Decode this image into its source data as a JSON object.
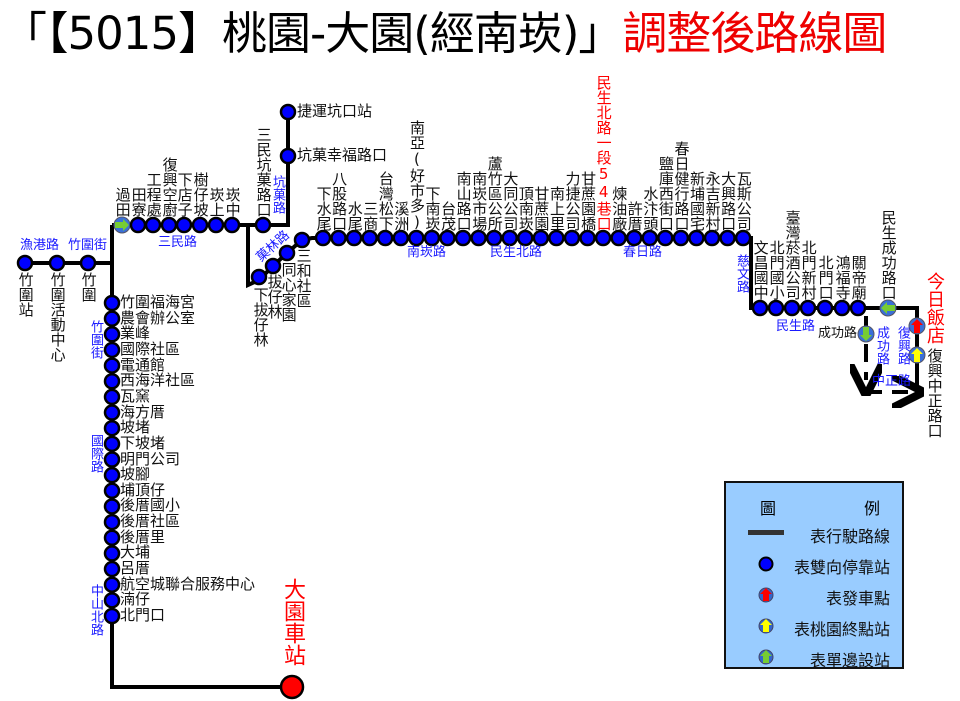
{
  "title": {
    "prefix": "「【5015】桃園-大園(經南崁)」",
    "suffix": "調整後路線圖"
  },
  "colors": {
    "stop": "#0000ff",
    "departure": "#ff0000",
    "terminal": "#ffff00",
    "single_side": "#77cc33",
    "legend_bg": "#99ccff",
    "red_text": "#ff0000"
  },
  "left_branch": [
    "竹圍站",
    "竹圍活動中心",
    "竹圍"
  ],
  "main_vertical": [
    "竹圍福海宮",
    "農會辦公室",
    "業峰",
    "國際社區",
    "電通館",
    "西海洋社區",
    "瓦窯",
    "海方厝",
    "坡堵",
    "下坡堵",
    "明門公司",
    "坡腳",
    "埔頂仔",
    "後厝國小",
    "後厝社區",
    "後厝里",
    "大埔",
    "呂厝",
    "航空城聯合服務中心",
    "湳仔",
    "北門口"
  ],
  "terminus_dayuan": "大園車站",
  "sanmin_row": [
    "過田",
    "田寮",
    "工程處",
    "復興空廚",
    "下店子",
    "樹仔坡",
    "崁上",
    "崁中",
    "三民坑菓路口"
  ],
  "kengguo_spur": [
    "捷運坑口站",
    "坑菓幸福路口"
  ],
  "baziling": [
    "下拔仔林",
    "拔仔林",
    "同心家園",
    "三和社區"
  ],
  "top_row": [
    "下水尾",
    "八股路口",
    "水尾",
    "三商",
    "台灣松下",
    "溪洲",
    "南亞(好市多)",
    "下南崁",
    "台茂",
    "南山路口",
    "南崁市場",
    "蘆竹區公所",
    "大同公司",
    "頂南崁",
    "甘蔗園",
    "南上里",
    "力捷公司",
    "甘蔗園橋",
    "民生北路一段54巷口",
    "煉油廠",
    "許厝",
    "水汴頭",
    "鹽庫西街口",
    "春日健行路口",
    "新埔國宅",
    "永吉新村",
    "大興路口",
    "瓦斯公司"
  ],
  "minsheng_row": [
    "文昌國中",
    "北門國小",
    "臺灣菸酒公司",
    "北門新村",
    "北門口",
    "鴻福寺",
    "關帝廟",
    "民生成功路口"
  ],
  "end_section": {
    "chenggong_stop": "成功路",
    "departure_stop": "今日飯店",
    "terminal_stop": "復興中正路口"
  },
  "streets": {
    "yugang": "漁港路",
    "zhuwei_h": "竹圍街",
    "zhuwei_v": "竹圍街",
    "guoji": "國際路",
    "zhongshan_n": "中山北路",
    "sanmin": "三民路",
    "kengguo": "坑菓路",
    "guolin": "菓林路",
    "nankan": "南崁路",
    "minsheng_n": "民生北路",
    "chunri": "春日路",
    "ciwen": "慈文路",
    "minsheng": "民生路",
    "chenggong": "成功路",
    "fuxing": "復興路",
    "zhongzheng": "中正路"
  },
  "legend": {
    "title_left": "圖",
    "title_right": "例",
    "items": [
      "表行駛路線",
      "表雙向停靠站",
      "表發車點",
      "表桃園終點站",
      "表單邊設站"
    ]
  }
}
